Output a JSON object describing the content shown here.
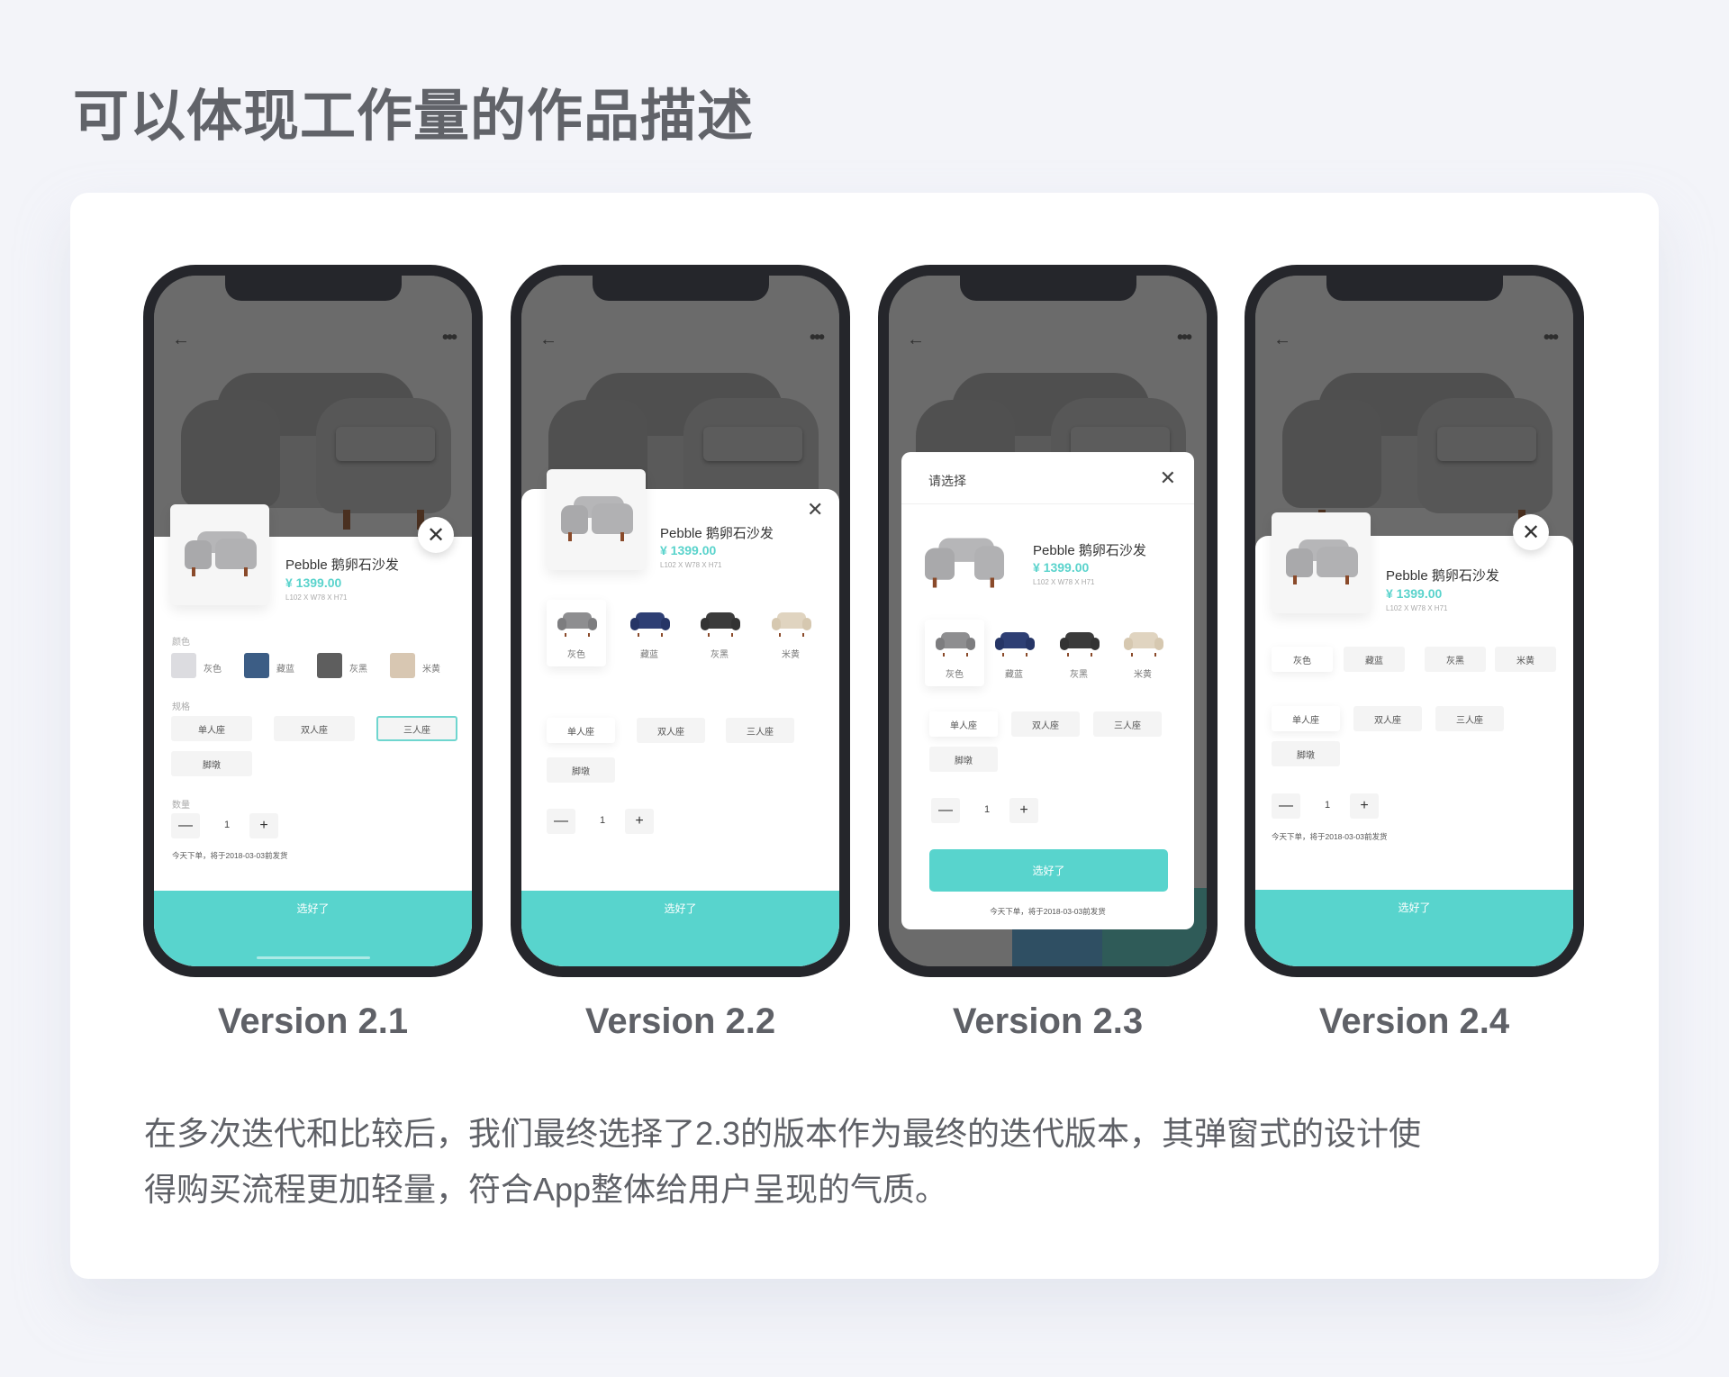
{
  "page": {
    "title": "可以体现工作量的作品描述",
    "description_lines": [
      "在多次迭代和比较后，我们最终选择了2.3的版本作为最终的迭代版本，其弹窗式的设计使",
      "得购买流程更加轻量，符合App整体给用户呈现的气质。"
    ]
  },
  "colors": {
    "accent": "#58d4cd",
    "price": "#5ad3cc",
    "phone_frame": "#25262b",
    "page_bg": "#f3f4f9",
    "text_gray": "#5f6167"
  },
  "product": {
    "name": "Pebble 鹅卵石沙发",
    "price": "¥ 1399.00",
    "dimensions": "L102 X W78 X H71"
  },
  "common": {
    "nav_back_icon": "←",
    "nav_more_icon": "•••",
    "close_icon": "✕",
    "color_label": "颜色",
    "spec_label": "规格",
    "qty_label": "数量",
    "minus": "—",
    "plus": "+",
    "qty_value": "1",
    "ship_note": "今天下单，将于2018-03-03前发货",
    "confirm": "选好了",
    "modal_title": "请选择",
    "colors": [
      {
        "label": "灰色",
        "hex": "#dcdce0",
        "sofa": "#8e8e90"
      },
      {
        "label": "藏蓝",
        "hex": "#3c5d85",
        "sofa": "#2e3f74"
      },
      {
        "label": "灰黑",
        "hex": "#5e5e5e",
        "sofa": "#3b3b3b"
      },
      {
        "label": "米黄",
        "hex": "#d8c7b2",
        "sofa": "#e0d4c0"
      }
    ],
    "specs": [
      "单人座",
      "双人座",
      "三人座",
      "脚墩"
    ]
  },
  "versions": [
    {
      "label": "Version 2.1"
    },
    {
      "label": "Version 2.2"
    },
    {
      "label": "Version 2.3"
    },
    {
      "label": "Version 2.4"
    }
  ]
}
